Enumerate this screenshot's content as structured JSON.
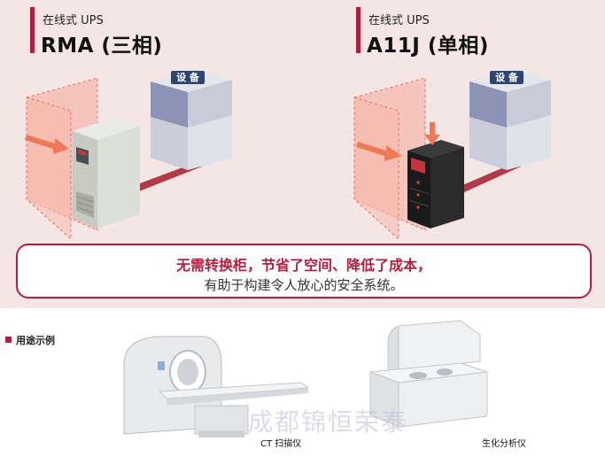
{
  "products": [
    {
      "subtitle": "在线式 UPS",
      "name": "RMA (三相)"
    },
    {
      "subtitle": "在线式 UPS",
      "name": "A11J (单相)"
    }
  ],
  "equipment_label": "设 备",
  "message": {
    "line1": "无需转换柜，节省了空间、降低了成本，",
    "line2": "有助于构建令人放心的安全系统。"
  },
  "applications": {
    "title": "用途示例",
    "items": [
      {
        "caption": "CT 扫描仪"
      },
      {
        "caption": "生化分析仪"
      }
    ]
  },
  "watermark": "成都锦恒荣泰",
  "colors": {
    "accent": "#b01f3f",
    "panel_bg": "#f5e6e6",
    "zone_fill": "#f4a99a",
    "arrow": "#ef7a5a"
  }
}
